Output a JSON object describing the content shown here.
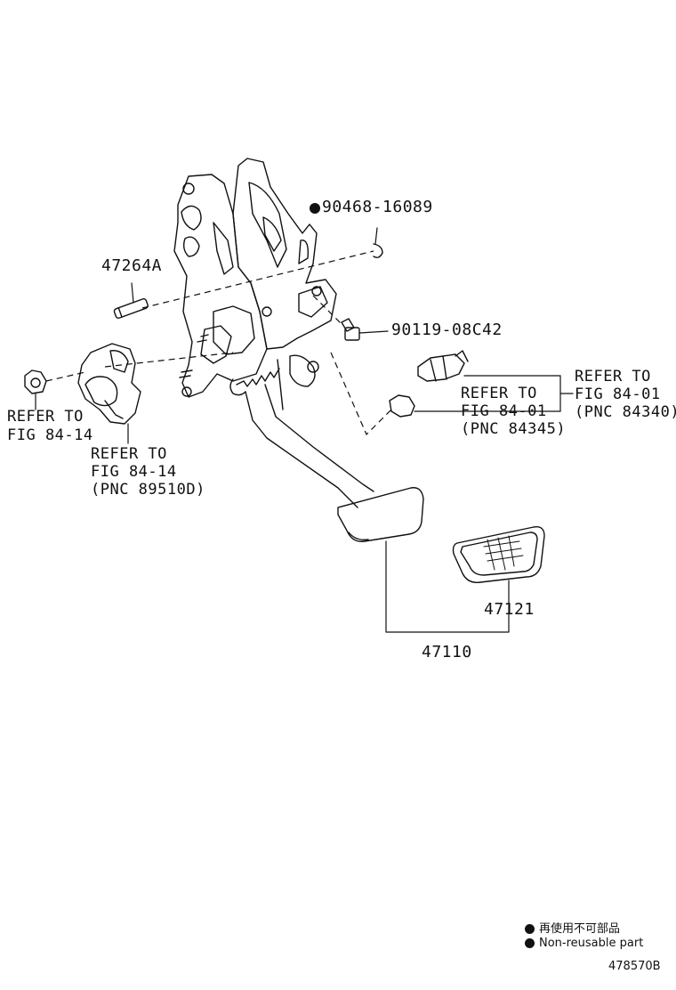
{
  "parts": {
    "p_90468": "90468-16089",
    "p_47264A": "47264A",
    "p_90119": "90119-08C42",
    "p_47121": "47121",
    "p_47110": "47110"
  },
  "refs": {
    "left_nut": [
      "REFER TO",
      "FIG 84-14"
    ],
    "sensor": [
      "REFER TO",
      "FIG 84-14",
      "(PNC 89510D)"
    ],
    "stop_switch": [
      "REFER TO",
      "FIG 84-01",
      "(PNC 84340)"
    ],
    "cushion": [
      "REFER TO",
      "FIG 84-01",
      "(PNC 84345)"
    ]
  },
  "legend": {
    "jp": "再使用不可部品",
    "en": "Non-reusable part"
  },
  "figure_id": "478570B",
  "colors": {
    "ink": "#111111",
    "background": "#ffffff"
  },
  "icons": {
    "non_reusable_marker": "filled-circle"
  }
}
